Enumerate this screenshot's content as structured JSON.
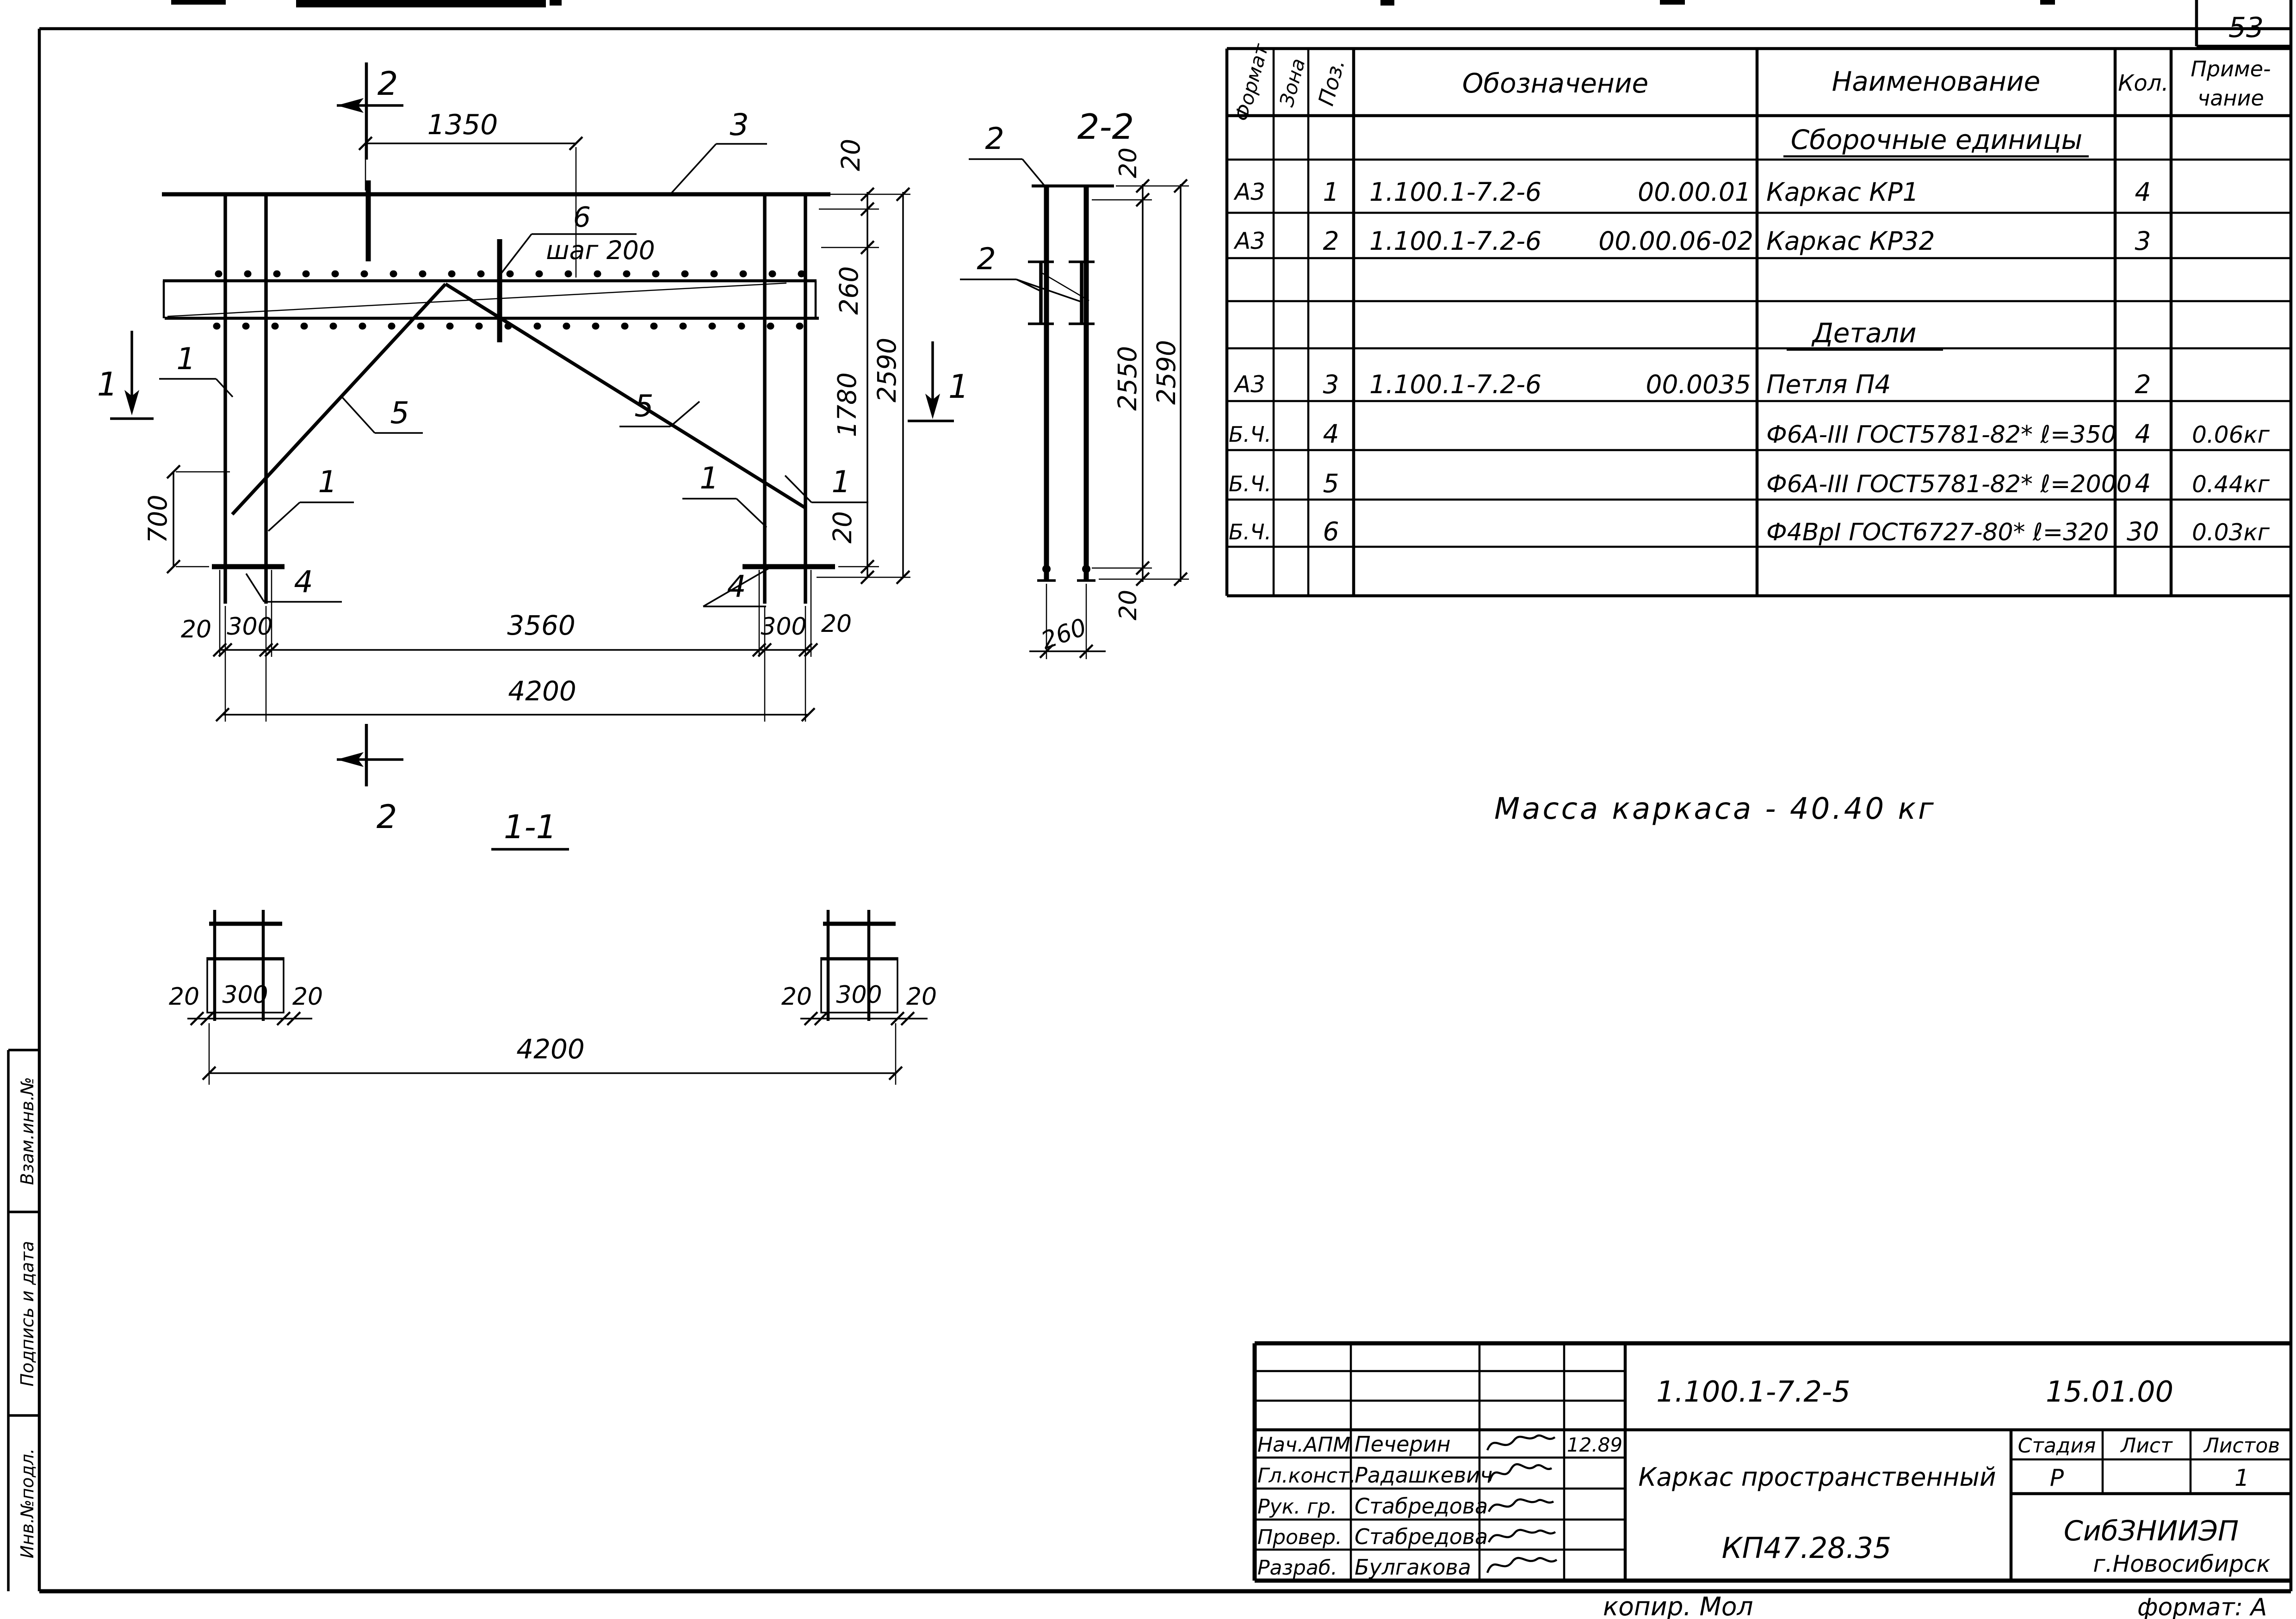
{
  "page": {
    "number": "53"
  },
  "side_stamp": {
    "top": "Взам.инв.№",
    "middle": "Подпись и дата",
    "bottom": "Инв.№подл."
  },
  "labels": {
    "n1": "1",
    "n2": "2",
    "n3": "3",
    "n4": "4",
    "n5": "5",
    "n6": "6",
    "d20": "20",
    "d260": "260",
    "d300": "300",
    "d700": "700",
    "d1350": "1350",
    "d1780": "1780",
    "d2550": "2550",
    "d2590": "2590",
    "d3560": "3560",
    "d4200": "4200",
    "step200": "шаг 200",
    "view22": "2-2",
    "view11": "1-1"
  },
  "notes": {
    "mass": "Масса  каркаса - 40.40 кг",
    "copy": "копир. Мол",
    "format": "формат: А"
  },
  "spec": {
    "headers": {
      "format": "Формат",
      "zone": "Зона",
      "pos": "Поз.",
      "desig": "Обозначение",
      "name": "Наименование",
      "qty": "Кол.",
      "note1": "Приме-",
      "note2": "чание"
    },
    "section_assembly": "Сборочные единицы",
    "section_details": "Детали",
    "rows": [
      {
        "format": "А3",
        "pos": "1",
        "desig": "1.100.1-7.2-6",
        "desig2": "00.00.01",
        "name": "Каркас КР1",
        "qty": "4",
        "note": ""
      },
      {
        "format": "А3",
        "pos": "2",
        "desig": "1.100.1-7.2-6",
        "desig2": "00.00.06-02",
        "name": "Каркас КР32",
        "qty": "3",
        "note": ""
      },
      {
        "format": "А3",
        "pos": "3",
        "desig": "1.100.1-7.2-6",
        "desig2": "00.0035",
        "name": "Петля П4",
        "qty": "2",
        "note": ""
      },
      {
        "format": "Б.Ч.",
        "pos": "4",
        "desig": "",
        "desig2": "",
        "name": "Ф6А-III ГОСТ5781-82* ℓ=350",
        "qty": "4",
        "note": "0.06кг"
      },
      {
        "format": "Б.Ч.",
        "pos": "5",
        "desig": "",
        "desig2": "",
        "name": "Ф6А-III ГОСТ5781-82* ℓ=2000",
        "qty": "4",
        "note": "0.44кг"
      },
      {
        "format": "Б.Ч.",
        "pos": "6",
        "desig": "",
        "desig2": "",
        "name": "Ф4ВрI ГОСТ6727-80* ℓ=320",
        "qty": "30",
        "note": "0.03кг"
      }
    ]
  },
  "title_block": {
    "doc_code": "1.100.1-7.2-5",
    "date_code": "15.01.00",
    "title_line1": "Каркас пространственный",
    "title_line2": "КП47.28.35",
    "stage_label": "Стадия",
    "sheet_label": "Лист",
    "sheets_label": "Листов",
    "stage": "Р",
    "sheets_count": "1",
    "org": "СибЗНИИЭП",
    "city": "г.Новосибирск",
    "staff": [
      {
        "role": "Нач.АПМ",
        "name": "Печерин",
        "date": "12.89"
      },
      {
        "role": "Гл.конст.",
        "name": "Радашкевич",
        "date": ""
      },
      {
        "role": "Рук. гр.",
        "name": "Стабредова",
        "date": ""
      },
      {
        "role": "Провер.",
        "name": "Стабредова",
        "date": ""
      },
      {
        "role": "Разраб.",
        "name": "Булгакова",
        "date": ""
      }
    ]
  }
}
